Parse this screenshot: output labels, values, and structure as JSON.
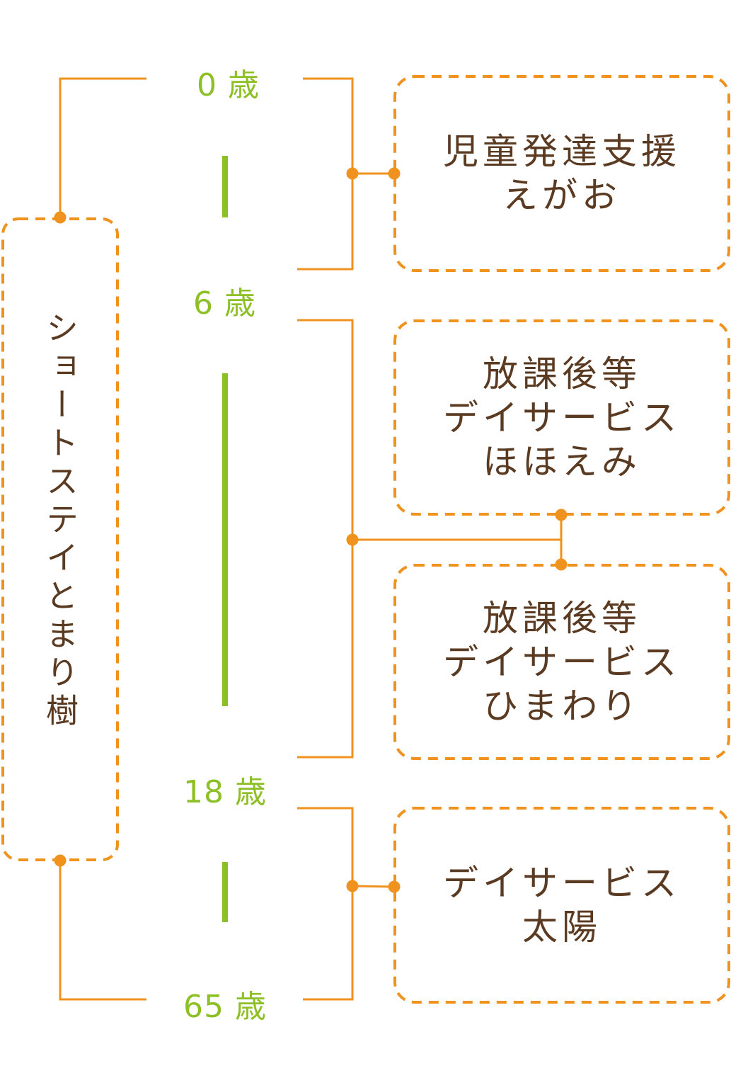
{
  "left_service": {
    "label": "ショートステイとまり樹"
  },
  "ages": [
    "0 歳",
    "6 歳",
    "18 歳",
    "65 歳"
  ],
  "services": {
    "egao": {
      "line1": "児童発達支援",
      "line2": "えがお"
    },
    "hohoemi": {
      "line1": "放課後等",
      "line2": "デイサービス",
      "line3": "ほほえみ"
    },
    "himawari": {
      "line1": "放課後等",
      "line2": "デイサービス",
      "line3": "ひまわり"
    },
    "taiyo": {
      "line1": "デイサービス",
      "line2": "太陽"
    }
  },
  "colors": {
    "connector": "#f0921e",
    "age": "#8dbf26",
    "text": "#5b3a22"
  }
}
